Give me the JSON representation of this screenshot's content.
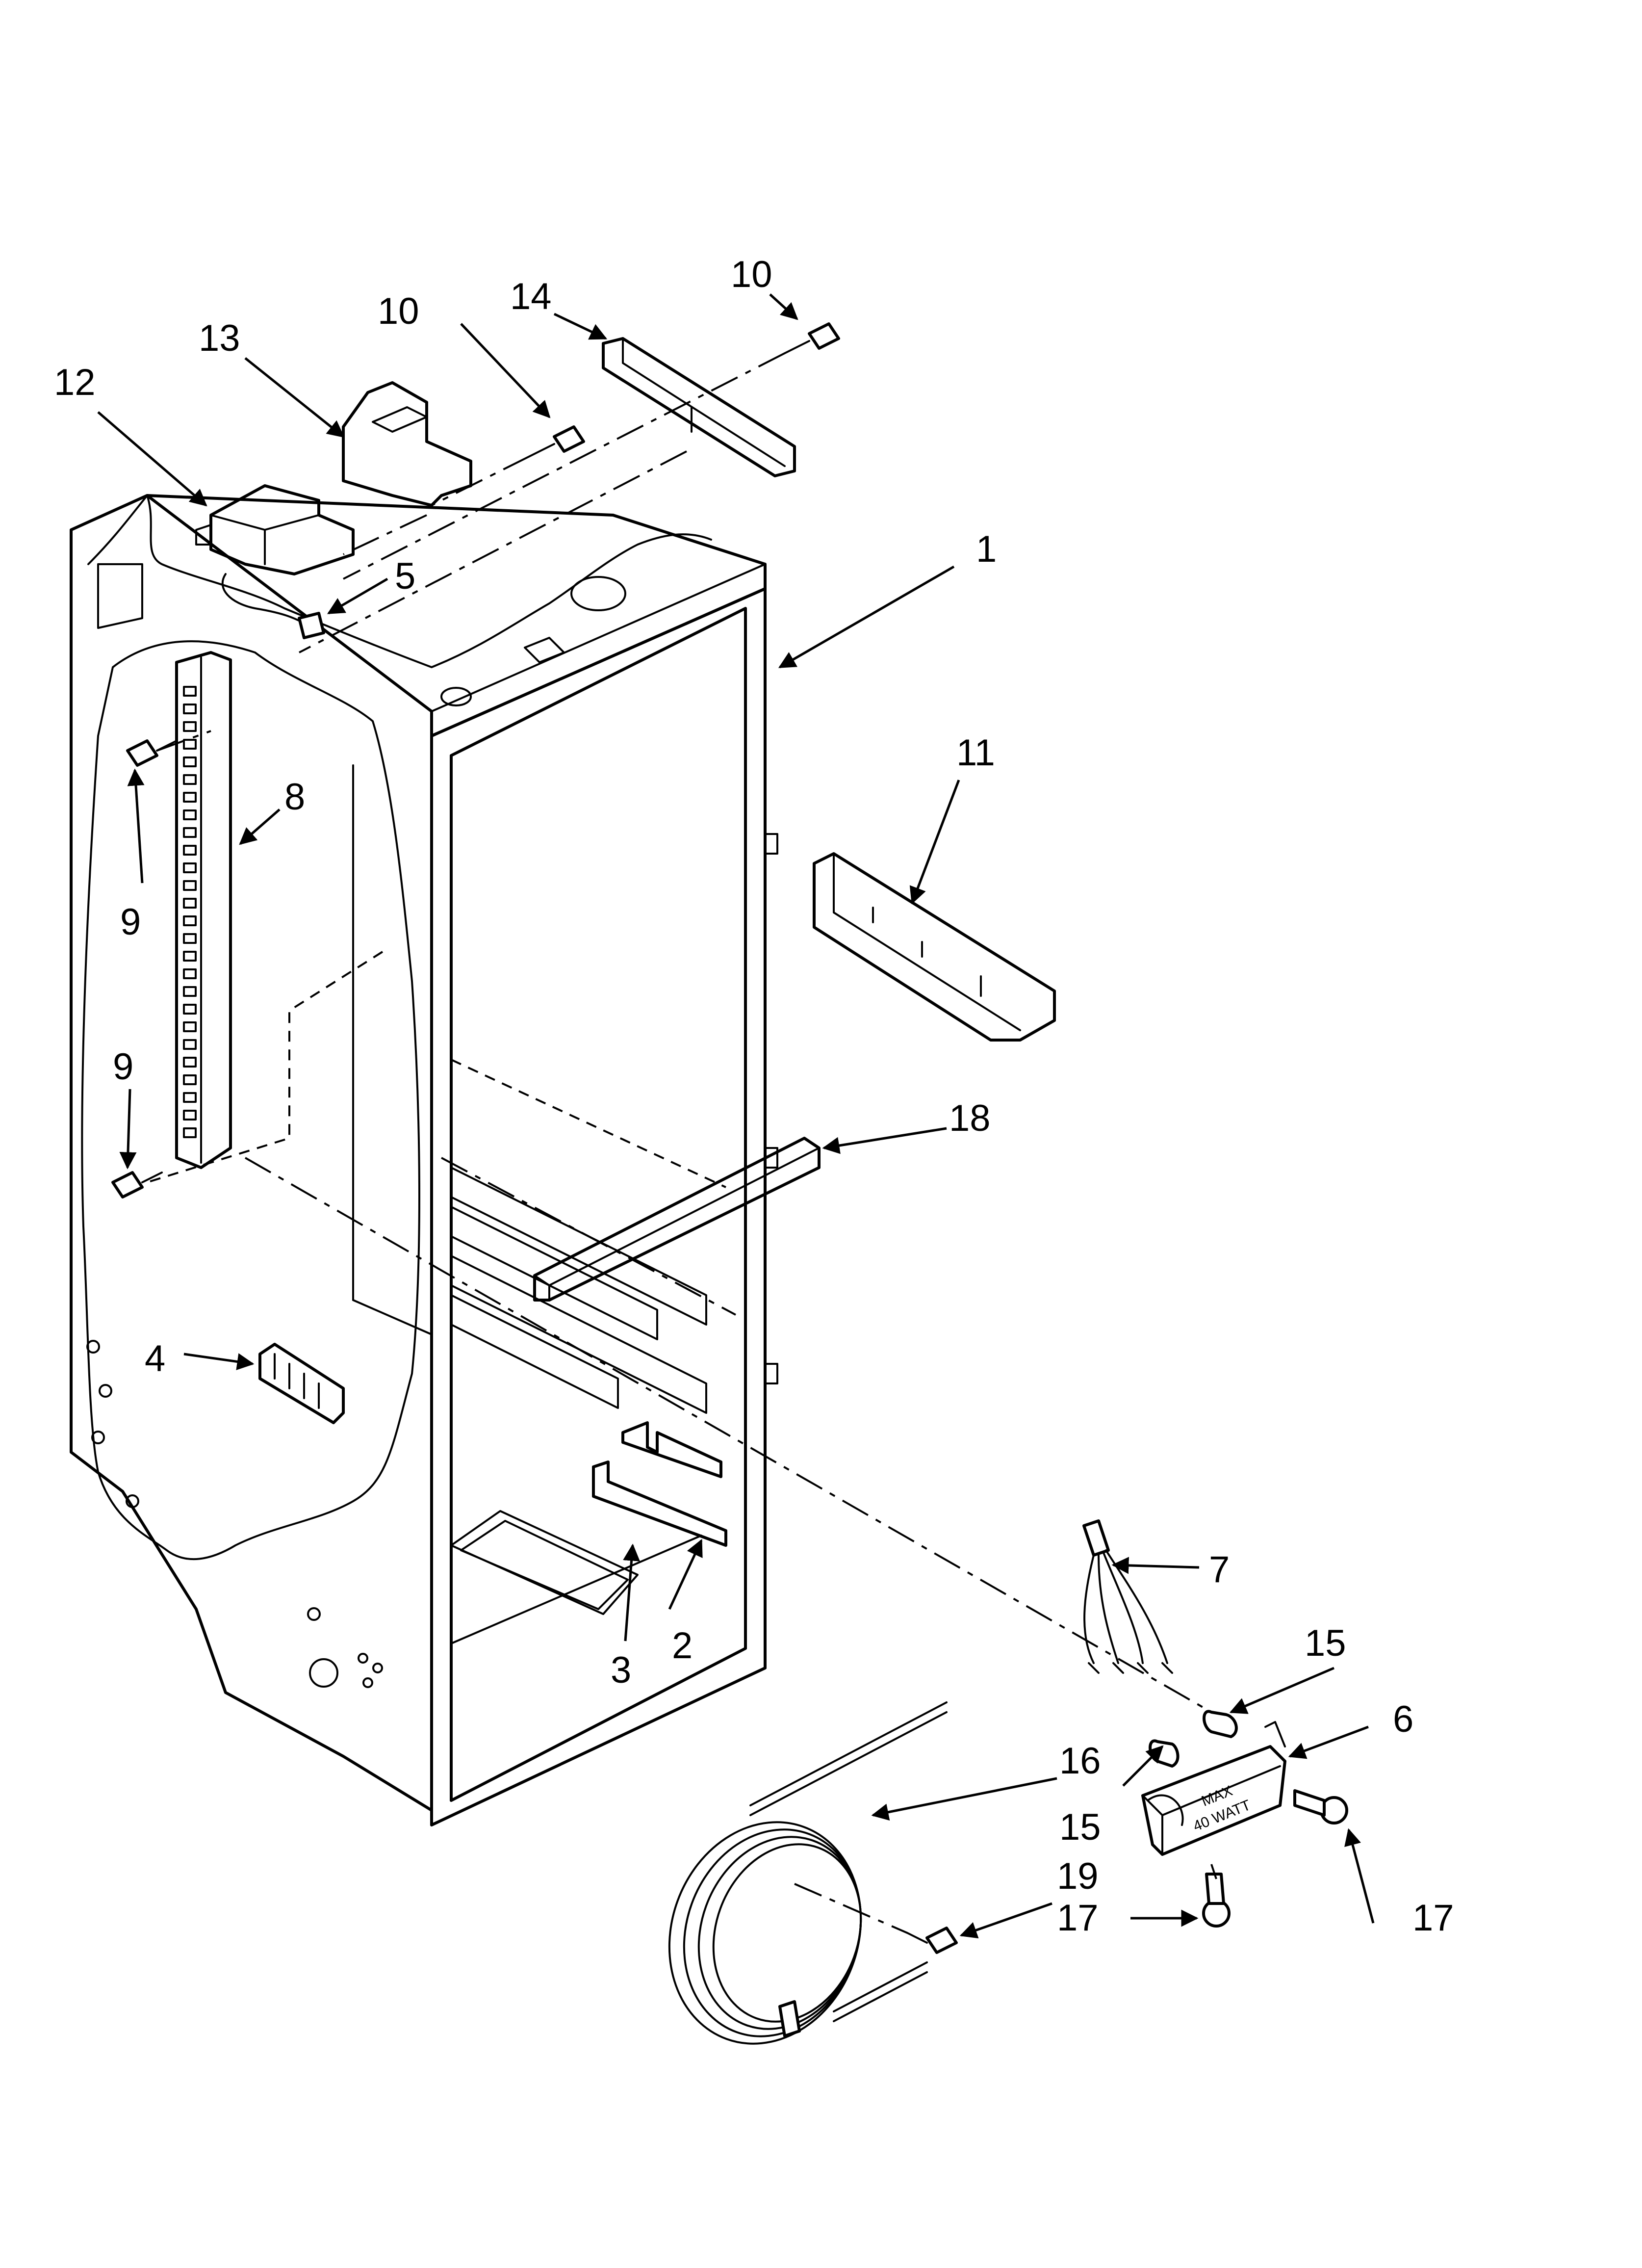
{
  "diagram": {
    "callouts": [
      {
        "id": "c1",
        "label": "1"
      },
      {
        "id": "c2",
        "label": "2"
      },
      {
        "id": "c3",
        "label": "3"
      },
      {
        "id": "c4",
        "label": "4"
      },
      {
        "id": "c5",
        "label": "5"
      },
      {
        "id": "c6",
        "label": "6"
      },
      {
        "id": "c7",
        "label": "7"
      },
      {
        "id": "c8",
        "label": "8"
      },
      {
        "id": "c9a",
        "label": "9"
      },
      {
        "id": "c9b",
        "label": "9"
      },
      {
        "id": "c10a",
        "label": "10"
      },
      {
        "id": "c10b",
        "label": "10"
      },
      {
        "id": "c11",
        "label": "11"
      },
      {
        "id": "c12",
        "label": "12"
      },
      {
        "id": "c13",
        "label": "13"
      },
      {
        "id": "c14",
        "label": "14"
      },
      {
        "id": "c15a",
        "label": "15"
      },
      {
        "id": "c15b",
        "label": "15"
      },
      {
        "id": "c16",
        "label": "16"
      },
      {
        "id": "c17a",
        "label": "17"
      },
      {
        "id": "c17b",
        "label": "17"
      },
      {
        "id": "c18",
        "label": "18"
      },
      {
        "id": "c19",
        "label": "19"
      }
    ],
    "lamp_housing_text": {
      "line1": "MAX",
      "line2": "40 WATT"
    }
  }
}
